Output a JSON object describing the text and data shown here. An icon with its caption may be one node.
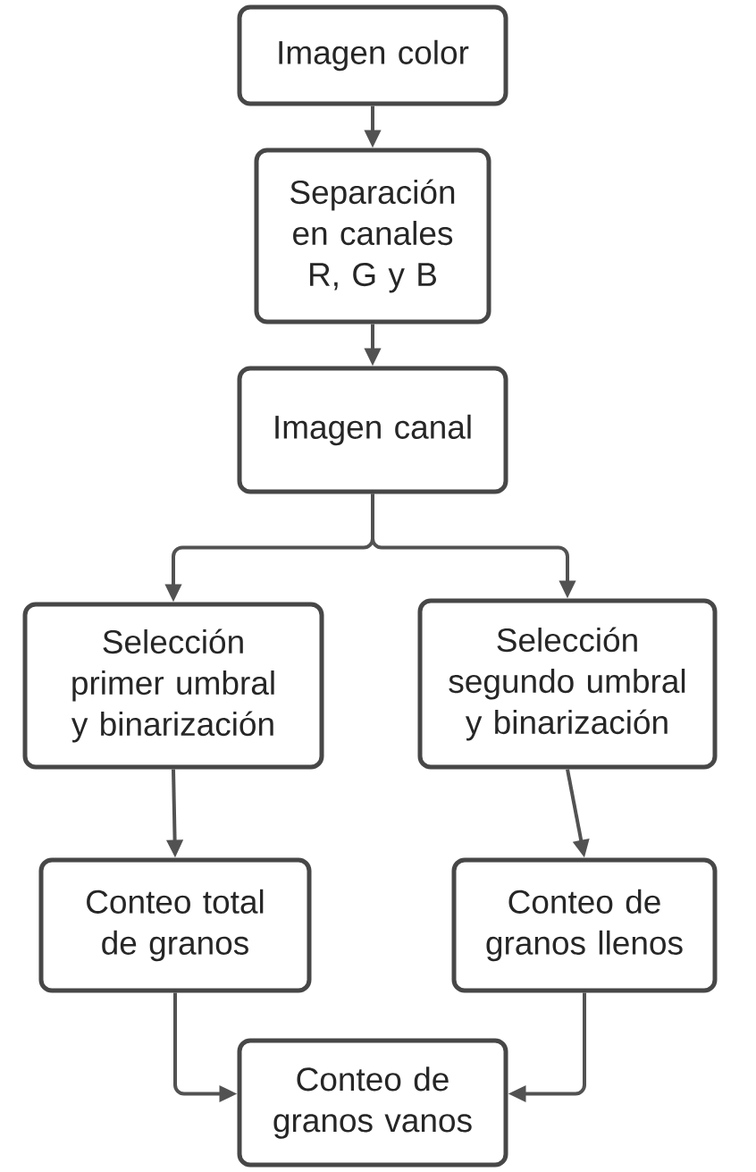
{
  "diagram": {
    "nodes": [
      {
        "text": [
          "Imagen color"
        ]
      },
      {
        "text": [
          "Separación en canales R, G y B"
        ]
      },
      {
        "text": [
          "Imagen canal"
        ]
      },
      {
        "text": [
          "Selección primer umbral y binarización"
        ]
      },
      {
        "text": [
          "Selección segundo umbral y binarización"
        ]
      },
      {
        "text": [
          "Conteo total de granos"
        ]
      },
      {
        "text": [
          "Conteo de granos llenos"
        ]
      },
      {
        "text": [
          "Conteo de granos vanos"
        ]
      }
    ],
    "edges": [
      {
        "from": 0,
        "to": 1,
        "arrow": "to"
      },
      {
        "from": 1,
        "to": 2,
        "arrow": "to"
      },
      {
        "from": 2,
        "to": 3,
        "arrow": "to"
      },
      {
        "from": 2,
        "to": 4,
        "arrow": "to"
      },
      {
        "from": 3,
        "to": 5,
        "arrow": "to"
      },
      {
        "from": 4,
        "to": 6,
        "arrow": "to"
      },
      {
        "from": 5,
        "to": 7,
        "arrow": "to"
      },
      {
        "from": 6,
        "to": 7,
        "arrow": "to"
      }
    ]
  }
}
